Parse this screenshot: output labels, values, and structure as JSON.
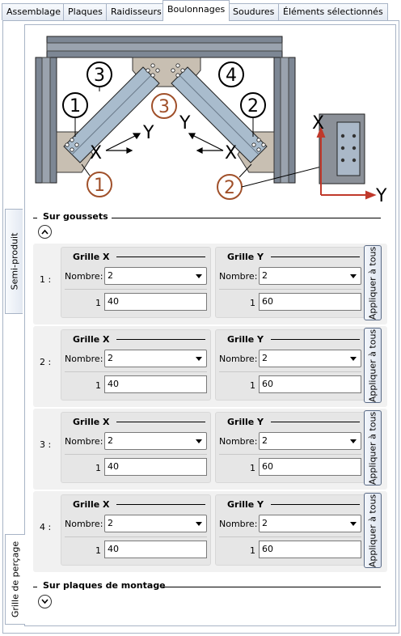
{
  "tabs": [
    {
      "label": "Assemblage"
    },
    {
      "label": "Plaques"
    },
    {
      "label": "Raidisseurs"
    },
    {
      "label": "Boulonnages"
    },
    {
      "label": "Soudures"
    },
    {
      "label": "Éléments sélectionnés"
    }
  ],
  "side_tabs": [
    {
      "label": "Semi-produit"
    },
    {
      "label": "Grille de perçage"
    }
  ],
  "diagram": {
    "markers": [
      "1",
      "2",
      "3",
      "4"
    ],
    "axis_x": "X",
    "axis_y": "Y"
  },
  "sur_goussets": {
    "title": "Sur goussets",
    "rows": [
      {
        "label": "1 :",
        "grille_x": {
          "title": "Grille X",
          "nombre_label": "Nombre:",
          "nombre": "2",
          "index": "1",
          "value": "40"
        },
        "grille_y": {
          "title": "Grille Y",
          "nombre_label": "Nombre:",
          "nombre": "2",
          "index": "1",
          "value": "60"
        },
        "apply": "Appliquer à tous"
      },
      {
        "label": "2 :",
        "grille_x": {
          "title": "Grille X",
          "nombre_label": "Nombre:",
          "nombre": "2",
          "index": "1",
          "value": "40"
        },
        "grille_y": {
          "title": "Grille Y",
          "nombre_label": "Nombre:",
          "nombre": "2",
          "index": "1",
          "value": "60"
        },
        "apply": "Appliquer à tous"
      },
      {
        "label": "3 :",
        "grille_x": {
          "title": "Grille X",
          "nombre_label": "Nombre:",
          "nombre": "2",
          "index": "1",
          "value": "40"
        },
        "grille_y": {
          "title": "Grille Y",
          "nombre_label": "Nombre:",
          "nombre": "2",
          "index": "1",
          "value": "60"
        },
        "apply": "Appliquer à tous"
      },
      {
        "label": "4 :",
        "grille_x": {
          "title": "Grille X",
          "nombre_label": "Nombre:",
          "nombre": "2",
          "index": "1",
          "value": "40"
        },
        "grille_y": {
          "title": "Grille Y",
          "nombre_label": "Nombre:",
          "nombre": "2",
          "index": "1",
          "value": "60"
        },
        "apply": "Appliquer à tous"
      }
    ]
  },
  "sur_plaques": {
    "title": "Sur plaques de montage"
  },
  "colors": {
    "tab_border": "#a8b4c6",
    "marker_brown": "#a0502a",
    "steel": "#7d8794",
    "brace": "#a9bccd"
  }
}
